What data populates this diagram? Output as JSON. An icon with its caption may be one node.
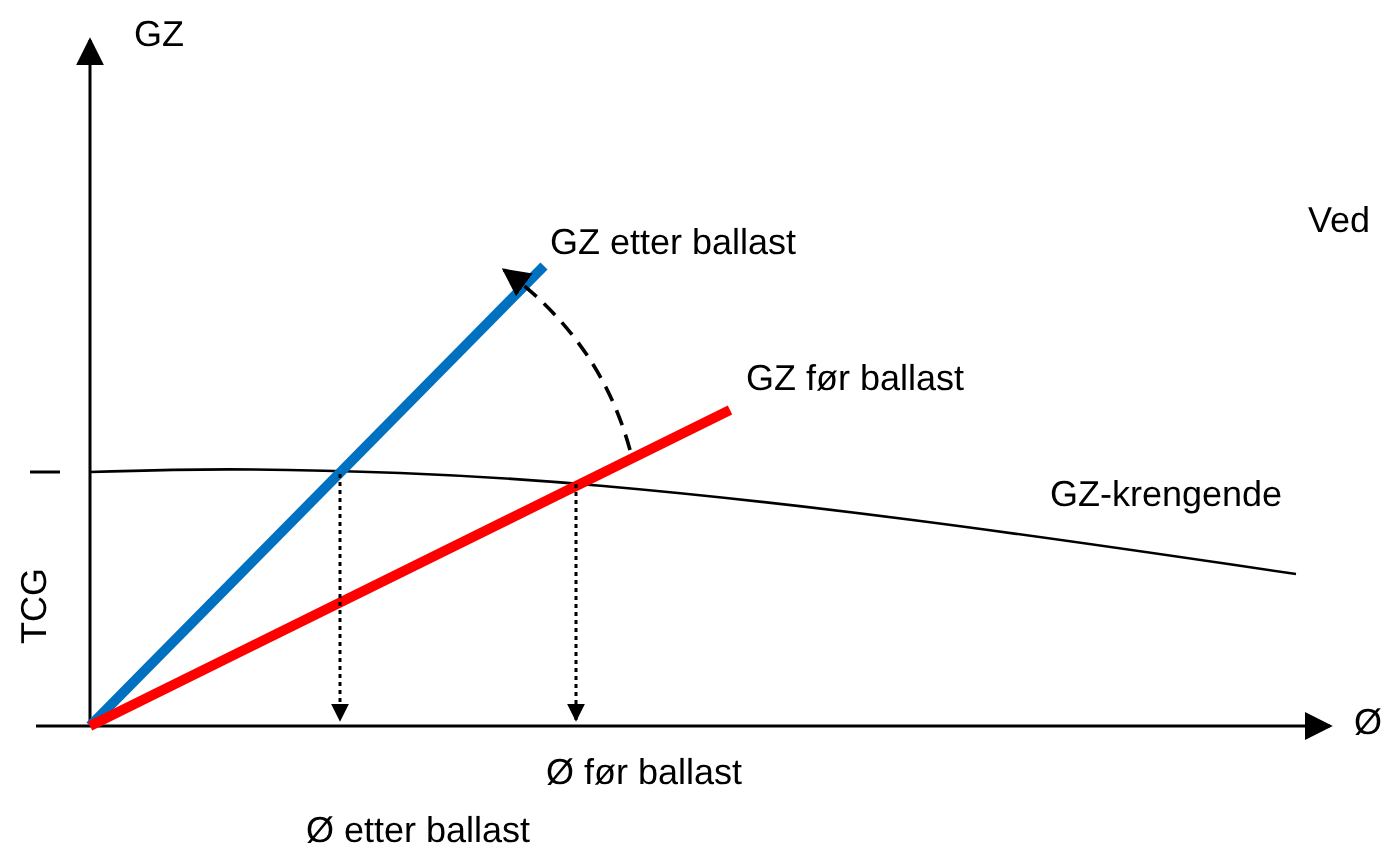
{
  "diagram": {
    "labels": [
      "GZ",
      "Ved",
      "GZ etter ballast",
      "GZ før ballast",
      "GZ-krengende",
      "TCG",
      "Ø",
      "Ø før ballast",
      "Ø etter ballast"
    ]
  }
}
